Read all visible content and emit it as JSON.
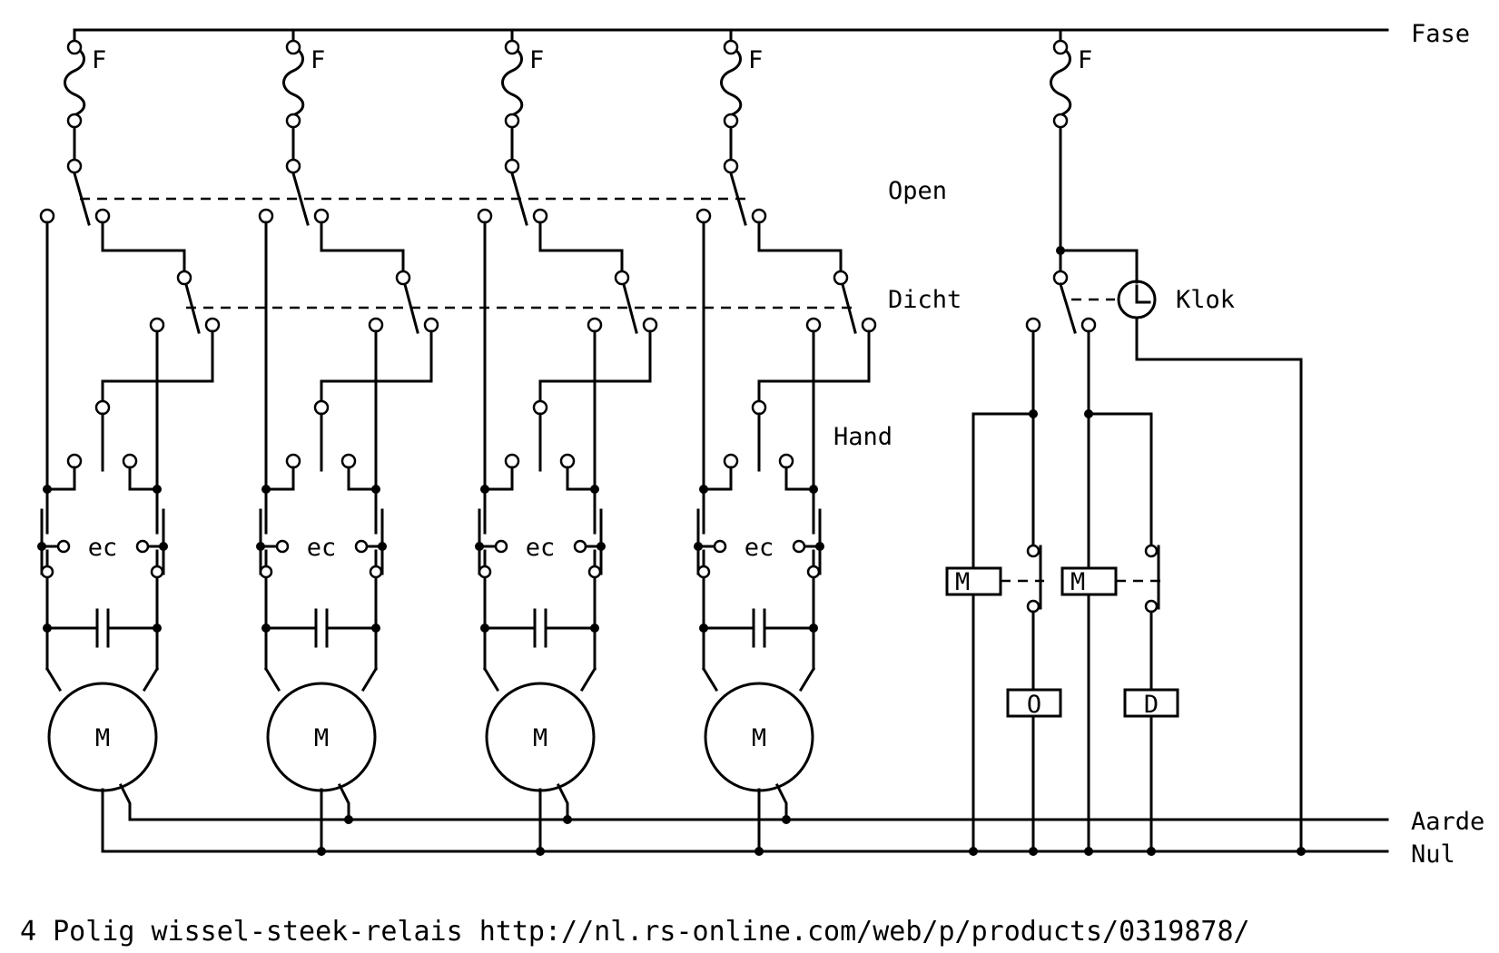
{
  "rails": {
    "fase": "Fase",
    "aarde": "Aarde",
    "nul": "Nul"
  },
  "fuse_label": "F",
  "switch_labels": {
    "open": "Open",
    "dicht": "Dicht",
    "hand": "Hand",
    "klok": "Klok"
  },
  "motor_units": [
    {
      "motor_label": "M",
      "endswitch_label": "ec"
    },
    {
      "motor_label": "M",
      "endswitch_label": "ec"
    },
    {
      "motor_label": "M",
      "endswitch_label": "ec"
    },
    {
      "motor_label": "M",
      "endswitch_label": "ec"
    }
  ],
  "control": {
    "relay_coil_labels": [
      "M",
      "M"
    ],
    "indicator_labels": [
      "O",
      "D"
    ]
  },
  "caption": "4 Polig wissel-steek-relais http://nl.rs-online.com/web/p/products/0319878/",
  "colors": {
    "ink": "#000000",
    "background": "#ffffff"
  }
}
